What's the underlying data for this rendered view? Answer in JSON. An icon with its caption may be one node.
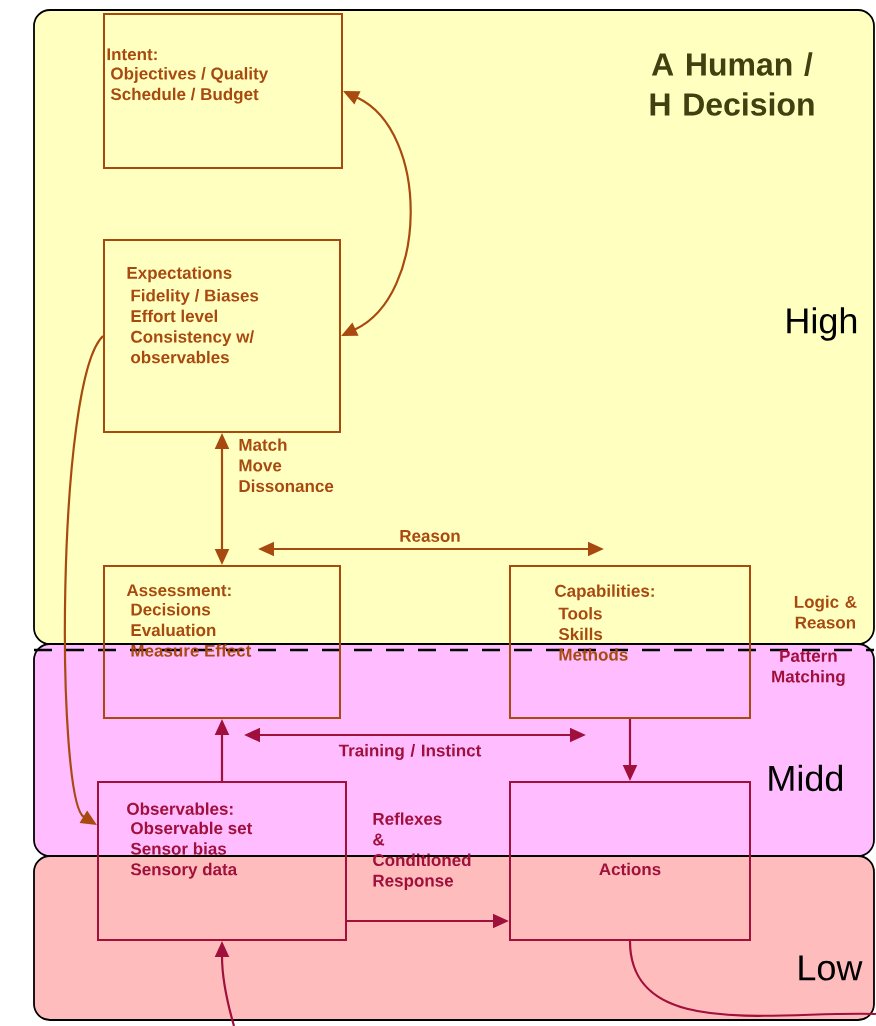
{
  "diagram": {
    "title": "A Human / H Decision",
    "nodes": [
      {
        "text": [
          "Intent:",
          "Objectives / Quality Schedule / Budget"
        ]
      },
      {
        "text": [
          "Expectations",
          "Fidelity / Biases Effort level Consistency w/ observables"
        ]
      },
      {
        "text": [
          "Assessment:",
          "Decisions Evaluation Measure Effect"
        ]
      },
      {
        "text": [
          "Capabilities:",
          "Tools Skills Methods"
        ]
      },
      {
        "text": [
          "Observables:",
          "Observable set Sensor bias Sensory data"
        ]
      },
      {
        "text": [
          "Actions"
        ]
      }
    ],
    "edges": [
      {
        "from": 0,
        "to": 1,
        "arrow": "both",
        "color": "#a84a10"
      },
      {
        "from": 1,
        "to": 4,
        "arrow": "to",
        "color": "#a84a10"
      },
      {
        "from": 1,
        "to": 2,
        "arrow": "both",
        "label": "Match Move Dissonance",
        "color": "#a84a10"
      },
      {
        "from": 2,
        "to": 3,
        "arrow": "both",
        "label": "Reason",
        "color": "#a84a10"
      },
      {
        "from": 2,
        "to": 3,
        "arrow": "both",
        "label": "Training / Instinct"
      },
      {
        "from": 4,
        "to": 2,
        "arrow": "to"
      },
      {
        "from": 3,
        "to": 5,
        "arrow": "to"
      },
      {
        "from": 4,
        "to": 5,
        "arrow": "to",
        "label": "Reflexes & Conditioned Response"
      },
      {
        "from": null,
        "to": 4,
        "arrow": "to"
      },
      {
        "from": 5,
        "to": null,
        "arrow": "none"
      }
    ],
    "labels": [
      "High",
      "Logic & Reason",
      "Pattern Matching",
      "Midd",
      "Low"
    ]
  }
}
